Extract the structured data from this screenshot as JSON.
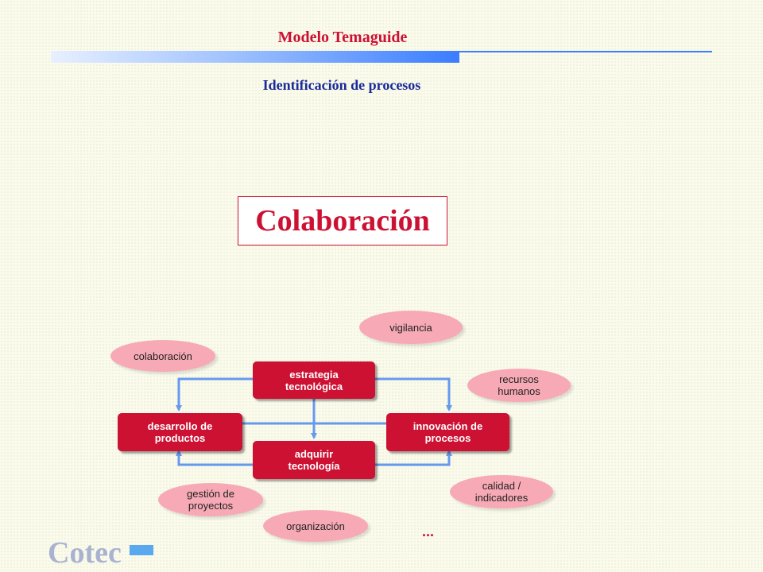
{
  "header": {
    "title": "Modelo Temaguide",
    "subtitle": "Identificación de procesos"
  },
  "main": {
    "heading": "Colaboración"
  },
  "diagram": {
    "nodes": {
      "estrategia": "estrategia tecnológica",
      "desarrollo": "desarrollo de productos",
      "innovacion": "innovación de procesos",
      "adquirir": "adquirir tecnología"
    },
    "ovals": {
      "vigilancia": "vigilancia",
      "colaboracion": "colaboración",
      "recursos": "recursos humanos",
      "gestion": "gestión de proyectos",
      "calidad": "calidad / indicadores",
      "organizacion": "organización"
    },
    "ellipsis": "..."
  },
  "footer": {
    "logo_text": "Cotec"
  },
  "colors": {
    "accent_red": "#cc1133",
    "subtitle_blue": "#1a2a99",
    "oval_pink": "#f7aab6",
    "arrow_blue": "#6699ee",
    "logo_gray": "#a9b3cf"
  }
}
